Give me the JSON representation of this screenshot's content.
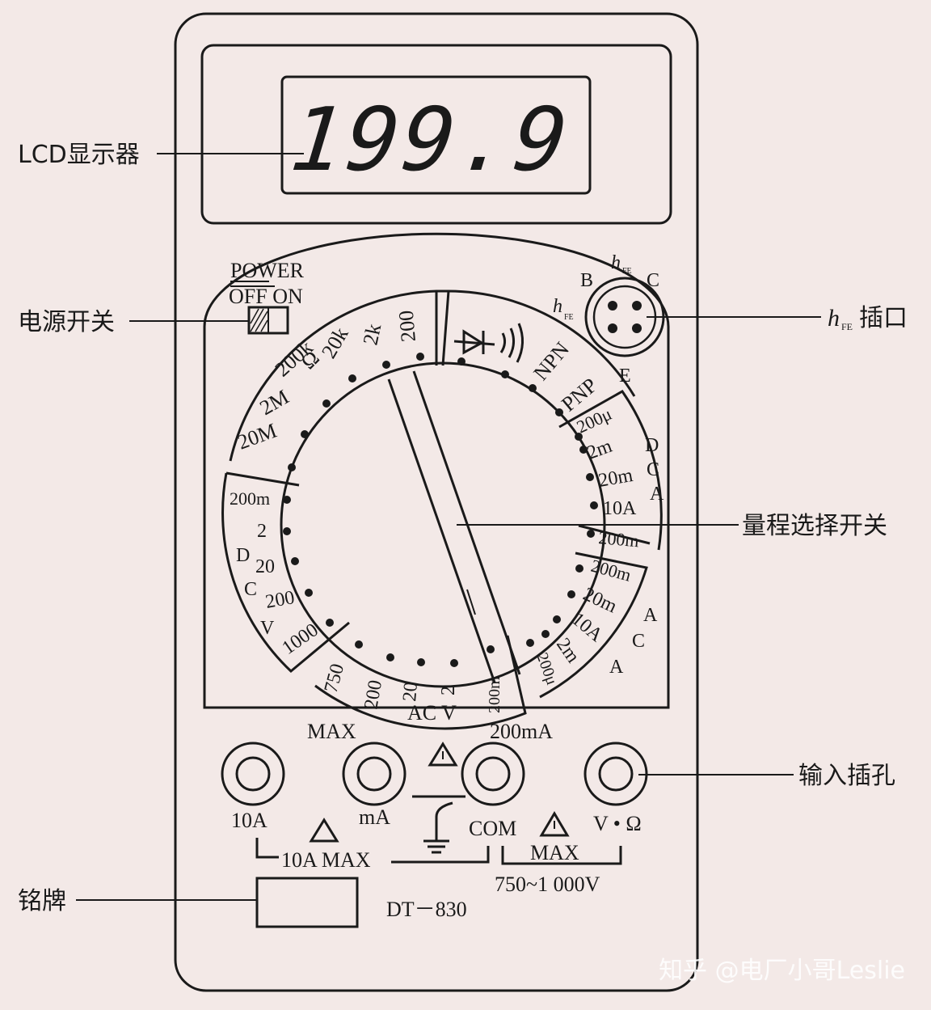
{
  "lcd": {
    "digits": "199.9"
  },
  "callouts": {
    "lcd": "LCD显示器",
    "power_switch": "电源开关",
    "hfe_socket_h": "h",
    "hfe_socket_sub": "FE",
    "hfe_socket_tail": "插口",
    "range_switch": "量程选择开关",
    "input_jacks": "输入插孔",
    "nameplate": "铭牌"
  },
  "power": {
    "line1": "POWER",
    "line2": "OFF ON"
  },
  "hfe": {
    "h": "h",
    "sub": "FE",
    "pins": {
      "b": "B",
      "c": "C",
      "e": "E"
    },
    "npn": "NPN",
    "pnp": "PNP"
  },
  "dial": {
    "ohm_symbol": "Ω",
    "ohm": [
      "200",
      "2k",
      "20k",
      "200k",
      "2M",
      "20M"
    ],
    "dcv": [
      "200m",
      "2",
      "20",
      "200",
      "1000"
    ],
    "dcv_letters": [
      "D",
      "C",
      "V"
    ],
    "acv": [
      "750",
      "200",
      "20",
      "2",
      "200m"
    ],
    "acv_label": "AC V",
    "aca": [
      "200m",
      "20m",
      "10A",
      "2m",
      "200μ"
    ],
    "aca_letters": [
      "A",
      "C",
      "A"
    ],
    "dca": [
      "200μ",
      "2m",
      "20m",
      "10A",
      "200m"
    ],
    "dca_letters": [
      "D",
      "C",
      "A"
    ]
  },
  "jacks": {
    "max": "MAX",
    "ma200": "200mA",
    "a10": "10A",
    "ma": "mA",
    "com": "COM",
    "vohm": "V • Ω",
    "tenA_max": "10A MAX",
    "max2": "MAX",
    "voltage_limit": "750~1 000V"
  },
  "model": "DT－830",
  "watermark": "知乎 @电厂小哥Leslie"
}
